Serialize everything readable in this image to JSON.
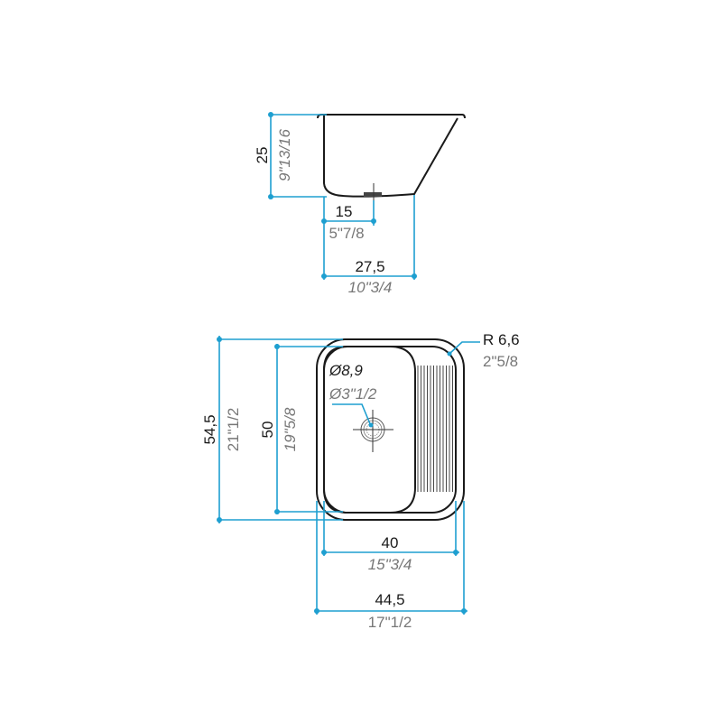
{
  "side_view": {
    "height_cm": "25",
    "height_in": "9\"13/16",
    "drain_offset_cm": "15",
    "drain_offset_in": "5\"7/8",
    "bottom_width_cm": "27,5",
    "bottom_width_in": "10\"3/4"
  },
  "top_view": {
    "outer_length_cm": "54,5",
    "outer_length_in": "21\"1/2",
    "bowl_length_cm": "50",
    "bowl_length_in": "19\"5/8",
    "inner_width_cm": "40",
    "inner_width_in": "15\"3/4",
    "outer_width_cm": "44,5",
    "outer_width_in": "17\"1/2",
    "corner_radius_cm": "R 6,6",
    "corner_radius_in": "2\"5/8",
    "drain_diameter_cm": "Ø8,9",
    "drain_diameter_in": "Ø3\"1/2"
  },
  "colors": {
    "dimension": "#1e9fd0",
    "outline": "#1a1a1a",
    "imperial_text": "#777777"
  }
}
